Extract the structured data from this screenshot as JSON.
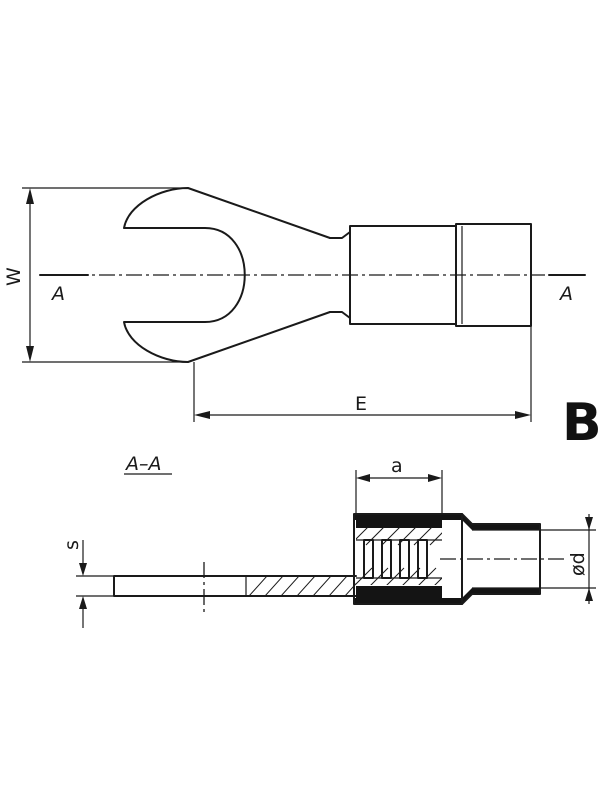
{
  "labels": {
    "width": "W",
    "length": "E",
    "section_left": "A",
    "section_right": "A",
    "section_title": "A–A",
    "barrel": "a",
    "thickness": "s",
    "diameter": "ød",
    "variant": "B"
  },
  "colors": {
    "line": "#1a1a1a",
    "fill": "#141414",
    "background": "#ffffff"
  }
}
